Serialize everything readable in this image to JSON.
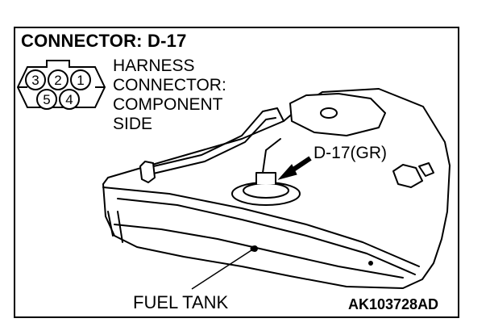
{
  "title": "CONNECTOR: D-17",
  "harness_label": [
    "HARNESS",
    "CONNECTOR:",
    "COMPONENT",
    "SIDE"
  ],
  "connector_pins": [
    "3",
    "2",
    "1",
    "5",
    "4"
  ],
  "callout": "D-17(GR)",
  "component_label": "FUEL TANK",
  "figure_id": "AK103728AD"
}
